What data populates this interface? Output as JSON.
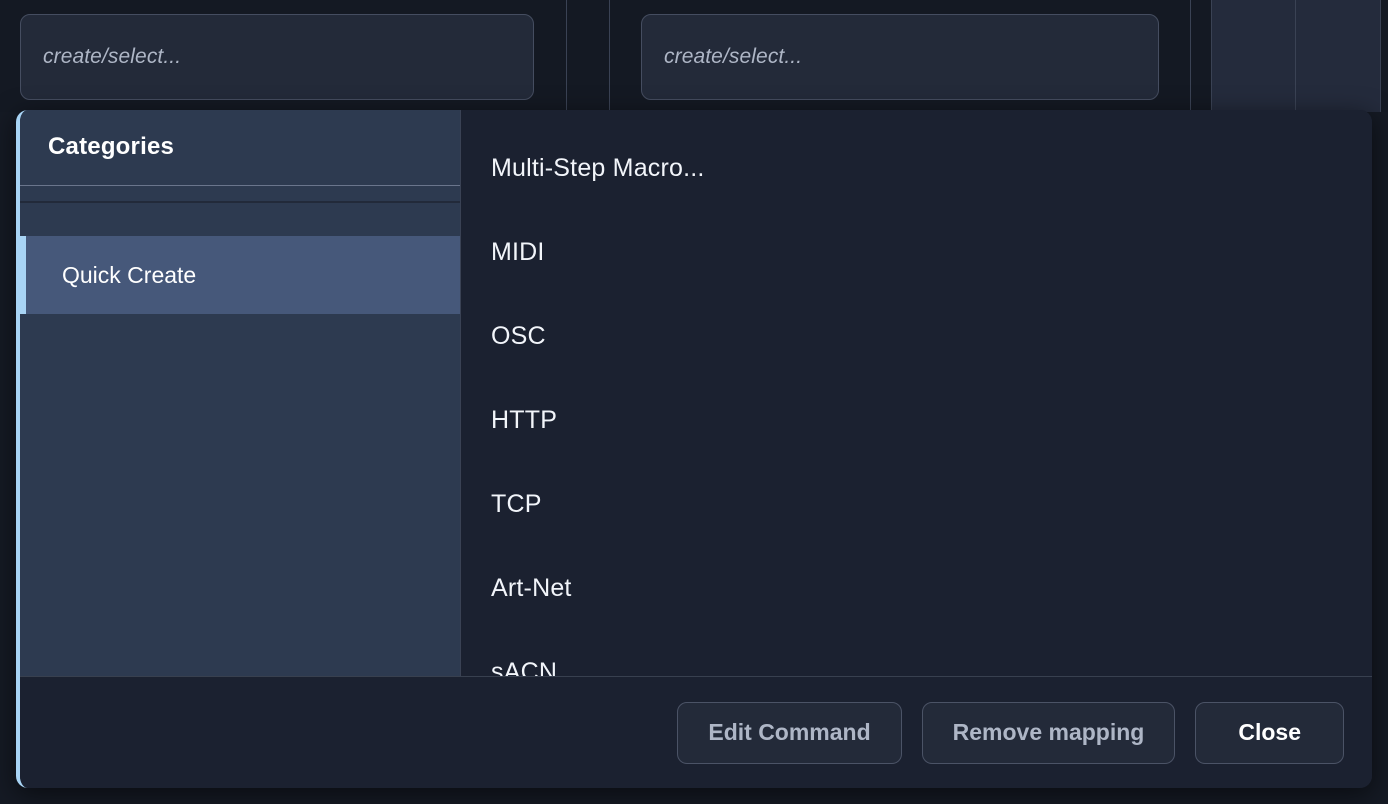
{
  "background": {
    "inputs": [
      {
        "name": "tag-input-left",
        "placeholder": "create/select...",
        "value": ""
      },
      {
        "name": "tag-input-right",
        "placeholder": "create/select...",
        "value": ""
      }
    ]
  },
  "dialog": {
    "sidebar": {
      "header": "Categories",
      "items": [
        {
          "label": "Quick Create",
          "selected": true
        }
      ]
    },
    "list": {
      "items": [
        "Multi-Step Macro...",
        "MIDI",
        "OSC",
        "HTTP",
        "TCP",
        "Art-Net",
        "sACN"
      ]
    },
    "footer": {
      "buttons": [
        {
          "label": "Edit Command",
          "style": "secondary"
        },
        {
          "label": "Remove mapping",
          "style": "secondary"
        },
        {
          "label": "Close",
          "style": "primary"
        }
      ]
    }
  },
  "colors": {
    "accent": "#a8d4f5",
    "panel": "#1b2130",
    "sidebar": "#2d3a50",
    "sidebar_selected": "#46587a",
    "app_bg": "#151a24",
    "text": "#f2f5fa",
    "text_muted": "#aeb6c6"
  }
}
